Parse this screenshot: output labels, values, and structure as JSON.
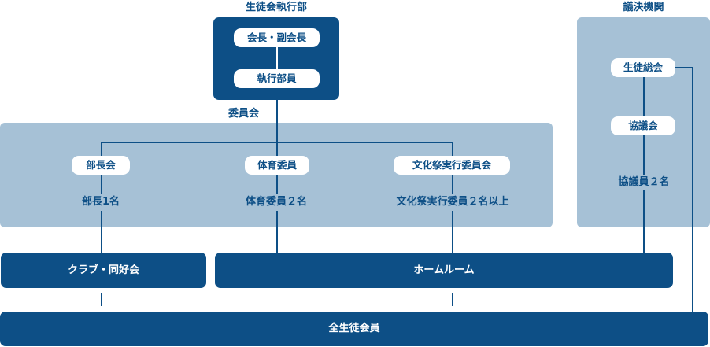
{
  "executive": {
    "title": "生徒会執行部",
    "president_label": "会長・副会長",
    "members_label": "執行部員"
  },
  "committee": {
    "title": "委員会",
    "club_heads": {
      "label": "部長会",
      "count": "部長1名"
    },
    "sports": {
      "label": "体育委員",
      "count": "体育委員２名"
    },
    "festival": {
      "label": "文化祭実行委員会",
      "count": "文化祭実行委員２名以上"
    }
  },
  "legislative": {
    "title": "議決機関",
    "general_assembly": "生徒総会",
    "council": "協議会",
    "council_members": "協議員２名"
  },
  "groups": {
    "clubs": "クラブ・同好会",
    "homeroom": "ホームルーム"
  },
  "all_students": "全生徒会員",
  "colors": {
    "navy": "#0d4f86",
    "panel": "#a6c1d6",
    "white": "#ffffff"
  }
}
